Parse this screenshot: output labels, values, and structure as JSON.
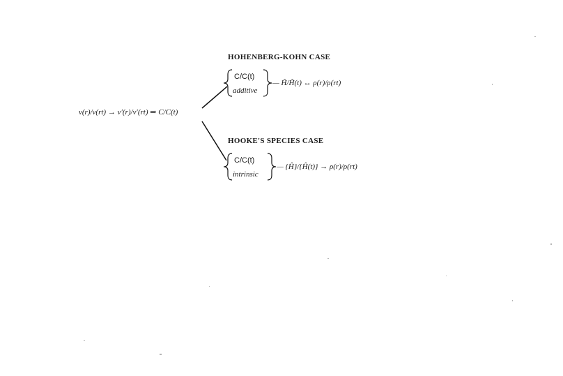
{
  "left_expression": "v(r)/v(rt) → v′(r)/v′(rt) ⇒ C/C(t)",
  "cases": [
    {
      "heading": "HOHENBERG-KOHN CASE",
      "condition_top": "C/C(t)",
      "condition_bottom": "additive",
      "result": "— Ĥ/Ĥ(t) ↔ ρ(r)/ρ(rt)"
    },
    {
      "heading": "HOOKE'S SPECIES CASE",
      "condition_top": "C/C(t)",
      "condition_bottom": "intrinsic",
      "result": "— {Ĥ}/{Ĥ(t)} → ρ(r)/ρ(rt)"
    }
  ]
}
